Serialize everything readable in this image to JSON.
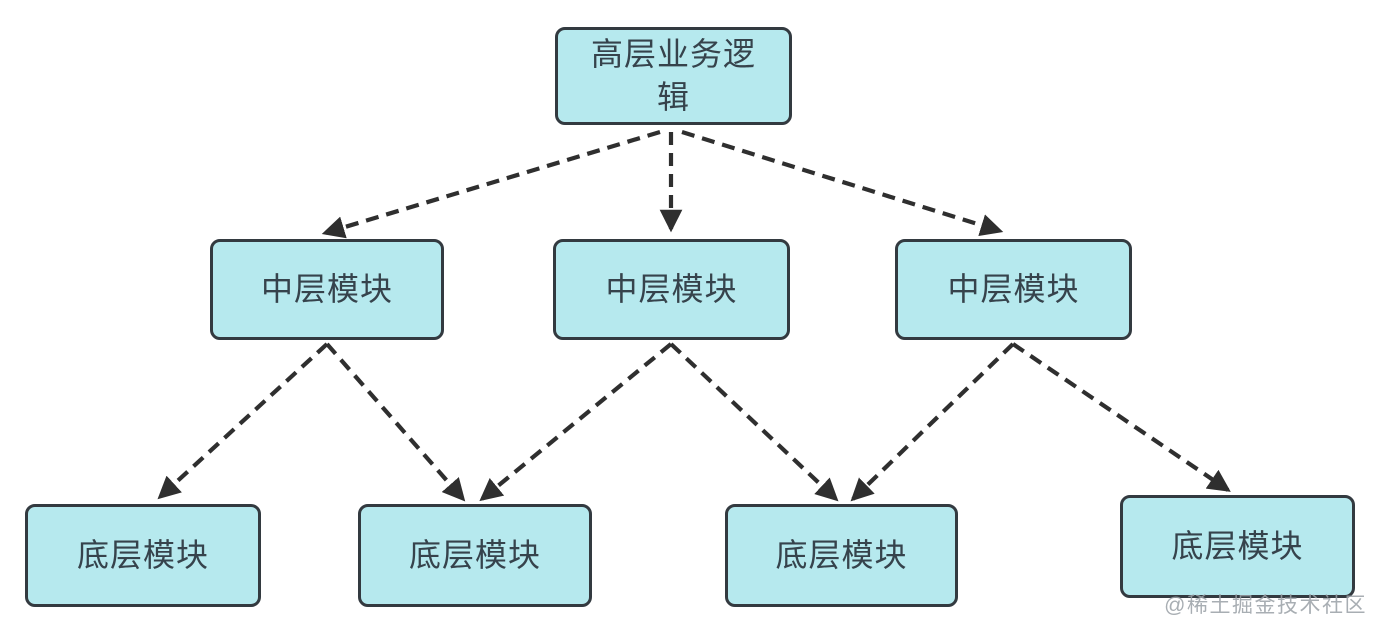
{
  "diagram": {
    "type": "hierarchy",
    "description": "Three-level module dependency diagram with dashed arrows pointing from upper layers to lower layers"
  },
  "nodes": [
    {
      "id": "top",
      "level": "top",
      "label": "高层业务逻辑"
    },
    {
      "id": "mid-1",
      "level": "middle",
      "label": "中层模块"
    },
    {
      "id": "mid-2",
      "level": "middle",
      "label": "中层模块"
    },
    {
      "id": "mid-3",
      "level": "middle",
      "label": "中层模块"
    },
    {
      "id": "bottom-1",
      "level": "bottom",
      "label": "底层模块"
    },
    {
      "id": "bottom-2",
      "level": "bottom",
      "label": "底层模块"
    },
    {
      "id": "bottom-3",
      "level": "bottom",
      "label": "底层模块"
    },
    {
      "id": "bottom-4",
      "level": "bottom",
      "label": "底层模块"
    }
  ],
  "edges": [
    {
      "from": "top",
      "to": "mid-1",
      "style": "dashed-arrow"
    },
    {
      "from": "top",
      "to": "mid-2",
      "style": "dashed-arrow"
    },
    {
      "from": "top",
      "to": "mid-3",
      "style": "dashed-arrow"
    },
    {
      "from": "mid-1",
      "to": "bottom-1",
      "style": "dashed-arrow"
    },
    {
      "from": "mid-1",
      "to": "bottom-2",
      "style": "dashed-arrow"
    },
    {
      "from": "mid-2",
      "to": "bottom-2",
      "style": "dashed-arrow"
    },
    {
      "from": "mid-2",
      "to": "bottom-3",
      "style": "dashed-arrow"
    },
    {
      "from": "mid-3",
      "to": "bottom-3",
      "style": "dashed-arrow"
    },
    {
      "from": "mid-3",
      "to": "bottom-4",
      "style": "dashed-arrow"
    }
  ],
  "watermark": {
    "text": "@稀土掘金技术社区"
  },
  "colors": {
    "node_fill": "#b6e9ee",
    "node_border": "#333a40",
    "node_text": "#36434c",
    "arrow": "#2f2f2f",
    "watermark": "#9aa0a6",
    "background": "#ffffff"
  }
}
